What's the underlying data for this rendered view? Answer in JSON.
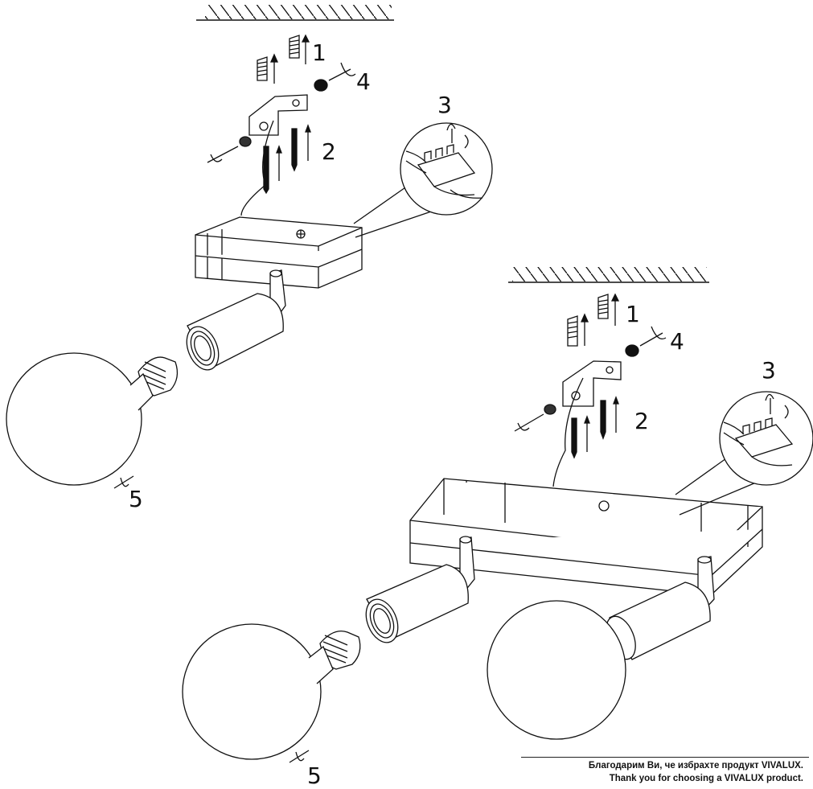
{
  "steps": {
    "a1": "1",
    "a2": "2",
    "a3": "3",
    "a4": "4",
    "a5": "5",
    "b1": "1",
    "b2": "2",
    "b3": "3",
    "b4": "4",
    "b5": "5"
  },
  "footer": {
    "line1": "Благодарим Ви, че избрахте продукт VIVALUX.",
    "line2": "Thank you for choosing a VIVALUX product."
  }
}
